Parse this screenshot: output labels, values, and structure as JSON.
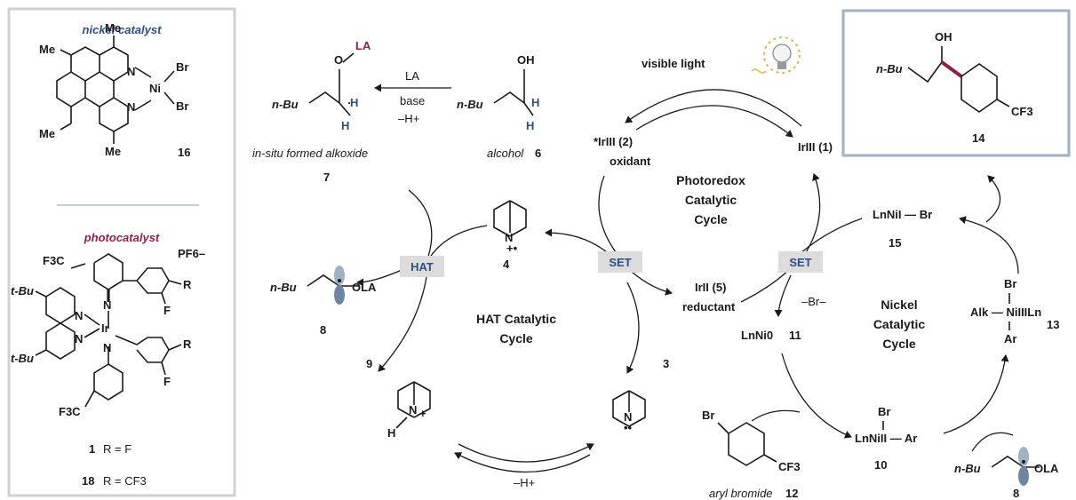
{
  "left_panel": {
    "nickel_title": "nickel catalyst",
    "nickel_label": "16",
    "photo_title": "photocatalyst",
    "pf6": "PF6–",
    "variant_1_num": "1",
    "variant_1_text": "R = F",
    "variant_18_num": "18",
    "variant_18_text": "R = CF3",
    "atoms": {
      "me": "Me",
      "br": "Br",
      "ni": "Ni",
      "n": "N",
      "ir": "Ir",
      "f": "F",
      "r": "R",
      "tbu": "t-Bu",
      "f3c": "F3C"
    }
  },
  "product_box": {
    "oh": "OH",
    "nbu": "n-Bu",
    "cf3": "CF3",
    "label": "14"
  },
  "top": {
    "alkoxide_label": "in-situ formed alkoxide",
    "alkoxide_num": "7",
    "alcohol_label": "alcohol",
    "alcohol_num": "6",
    "reagent_la": "LA",
    "reagent_base": "base",
    "reagent_h": "–H+",
    "visible_light": "visible light",
    "o": "O",
    "oh": "OH",
    "h": "H",
    "la": "LA",
    "nbu": "n-Bu"
  },
  "photoredox": {
    "title_lines": [
      "Photoredox",
      "Catalytic",
      "Cycle"
    ],
    "ir_excited": "*IrIII (2)",
    "oxidant": "oxidant",
    "ir_ground": "IrIII (1)",
    "ir_reduced": "IrII (5)",
    "reductant": "reductant",
    "set_left": "SET",
    "set_right": "SET"
  },
  "hat": {
    "title_lines": [
      "HAT Catalytic",
      "Cycle"
    ],
    "badge": "HAT",
    "radical_num": "8",
    "radical_cation_num": "4",
    "quinuclidine_num": "3",
    "ammonium_num": "9",
    "minus_h": "–H+",
    "n": "N",
    "h": "H",
    "ola": "OLA"
  },
  "nickel": {
    "title_lines": [
      "Nickel",
      "Catalytic",
      "Cycle"
    ],
    "ni_i": "LnNiI — Br",
    "ni_i_num": "15",
    "ni_0": "LnNi0",
    "ni_0_num": "11",
    "minus_br": "–Br–",
    "ni_ii": "LnNiII — Ar",
    "ni_ii_num": "10",
    "ni_iii": "Alk — NiIIILn",
    "ni_iii_num": "13",
    "br": "Br",
    "ar": "Ar",
    "aryl_bromide": "aryl bromide",
    "aryl_bromide_num": "12",
    "radical_num": "8",
    "cf3": "CF3",
    "nbu": "n-Bu",
    "ola": "OLA"
  },
  "colors": {
    "blue": "#2e4f86",
    "magenta": "#8e1f4e",
    "badge": "#dcdcdc",
    "panel_border": "#d0d0d0",
    "box_border": "#9fb1c4"
  }
}
